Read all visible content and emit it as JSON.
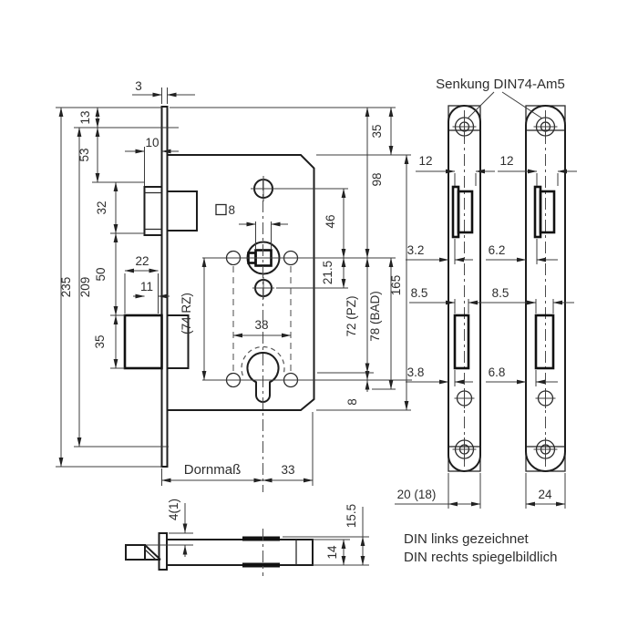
{
  "title": "Mortise lock technical drawing",
  "colors": {
    "ink": "#1d1d1d",
    "dim_line": "#3c3c3c",
    "background": "#ffffff"
  },
  "notes": {
    "senkung": "Senkung DIN74-Am5",
    "backset": "Dornmaß",
    "din_left": "DIN links gezeichnet",
    "din_right": "DIN rechts spiegelbildlich"
  },
  "main_dims": {
    "faceplate_thickness": "3",
    "top_to_case": "13",
    "to_latch_top": "53",
    "latch_protrusion": "10",
    "latch_height": "32",
    "bolt_width": "22",
    "bolt_half_width": "11",
    "latch_to_bolt": "50",
    "bolt_height": "35",
    "faceplate_length": "235",
    "inner_length": "209",
    "square_size": "8",
    "case_top_offset": "35",
    "top_to_follower": "98",
    "screw_to_follower": "46",
    "follower_to_screw": "21.5",
    "distance_rz": "(74 RZ)",
    "screw_spacing": "38",
    "distance_pz": "72 (PZ)",
    "distance_bad": "78 (BAD)",
    "case_length": "165",
    "axis_drop": "8",
    "backset_to_edge": "33"
  },
  "plate_dims": {
    "latch_slot_left": "12",
    "latch_slot_right": "12",
    "latch_offset_left": "3.2",
    "latch_offset_right": "6.2",
    "bolt_slot_left": "8.5",
    "bolt_slot_right": "8.5",
    "bolt_offset_left": "3.8",
    "bolt_offset_right": "6.8",
    "plate_width_left": "20 (18)",
    "plate_width_right": "24"
  },
  "side_dims": {
    "latch_lip": "4(1)",
    "overall_height": "15.5",
    "case_width": "14"
  }
}
